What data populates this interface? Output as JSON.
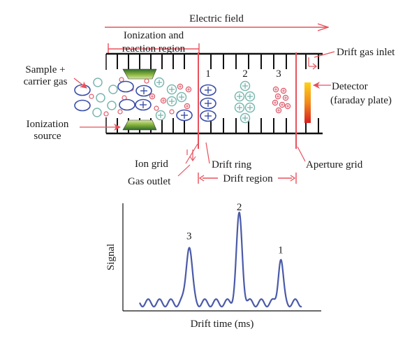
{
  "labels": {
    "electric_field": "Electric field",
    "ionization_region_line1": "Ionization and",
    "ionization_region_line2": "reaction region",
    "drift_gas_inlet": "Drift gas inlet",
    "sample_line1": "Sample +",
    "sample_line2": "carrier gas",
    "ionization_source_line1": "Ionization",
    "ionization_source_line2": "source",
    "detector_line1": "Detector",
    "detector_line2": "(faraday plate)",
    "ion_grid": "Ion grid",
    "drift_ring": "Drift ring",
    "aperture_grid": "Aperture grid",
    "gas_outlet": "Gas outlet",
    "drift_region": "Drift region"
  },
  "ion_groups": [
    "1",
    "2",
    "3"
  ],
  "colors": {
    "arrow": "#e8505b",
    "tube": "#111111",
    "large_ion": "#3b4ea8",
    "medium_ion": "#79b7ae",
    "small_ion": "#e05a6a",
    "source_top": "#2e6b2e",
    "source_mid": "#8ab53d",
    "source_light": "#d6e6a6",
    "detector_top": "#ffd21a",
    "detector_bottom": "#d81e1e",
    "signal_line": "#4a5aa8"
  },
  "chart_data": {
    "type": "line",
    "title": "",
    "xlabel": "Drift time (ms)",
    "ylabel": "Signal",
    "grid": false,
    "baseline": 0.08,
    "x_range": [
      0,
      1
    ],
    "y_range": [
      0,
      1
    ],
    "peaks": [
      {
        "label": "3",
        "x": 0.305,
        "height": 0.66,
        "width": 0.018
      },
      {
        "label": "2",
        "x": 0.615,
        "height": 0.95,
        "width": 0.018
      },
      {
        "label": "1",
        "x": 0.87,
        "height": 0.52,
        "width": 0.015
      }
    ],
    "wiggles": [
      {
        "x": 0.12,
        "amp": 0.015
      },
      {
        "x": 0.44,
        "amp": 0.018
      },
      {
        "x": 0.51,
        "amp": 0.015
      },
      {
        "x": 0.74,
        "amp": 0.017
      },
      {
        "x": 0.95,
        "amp": 0.013
      }
    ]
  }
}
